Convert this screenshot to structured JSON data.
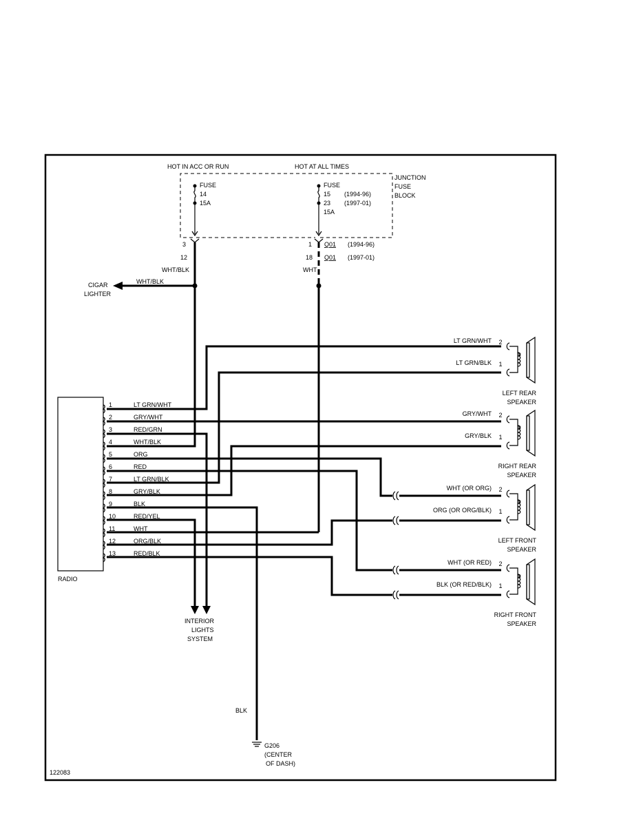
{
  "junction_block": {
    "hot_acc_run_label": "HOT IN ACC OR RUN",
    "hot_all_times_label": "HOT AT ALL TIMES",
    "block_label": [
      "JUNCTION",
      "FUSE",
      "BLOCK"
    ],
    "fuse_left": [
      "FUSE",
      "14",
      "15A"
    ],
    "fuse_right": [
      "FUSE",
      "15",
      "23",
      "15A"
    ],
    "fuse_right_years": [
      "(1994-96)",
      "(1997-01)"
    ]
  },
  "connector_pins": {
    "left_pin_a": "3",
    "left_pin_b": "12",
    "right_pin_a": "1",
    "right_pin_b": "18",
    "right_conn_a": "Q01",
    "right_conn_a_years": "(1994-96)",
    "right_conn_b": "Q01",
    "right_conn_b_years": "(1997-01)"
  },
  "wire_labels": {
    "left_feed": "WHT/BLK",
    "right_feed": "WHT",
    "cigar_wire": "WHT/BLK",
    "ground_wire": "BLK"
  },
  "cigar_lighter": [
    "CIGAR",
    "LIGHTER"
  ],
  "radio": {
    "label": "RADIO",
    "pins": [
      {
        "num": "1",
        "color": "LT GRN/WHT"
      },
      {
        "num": "2",
        "color": "GRY/WHT"
      },
      {
        "num": "3",
        "color": "RED/GRN"
      },
      {
        "num": "4",
        "color": "WHT/BLK"
      },
      {
        "num": "5",
        "color": "ORG"
      },
      {
        "num": "6",
        "color": "RED"
      },
      {
        "num": "7",
        "color": "LT GRN/BLK"
      },
      {
        "num": "8",
        "color": "GRY/BLK"
      },
      {
        "num": "9",
        "color": "BLK"
      },
      {
        "num": "10",
        "color": "RED/YEL"
      },
      {
        "num": "11",
        "color": "WHT"
      },
      {
        "num": "12",
        "color": "ORG/BLK"
      },
      {
        "num": "13",
        "color": "RED/BLK"
      }
    ]
  },
  "speakers": [
    {
      "name": [
        "LEFT REAR",
        "SPEAKER"
      ],
      "wire2": "LT GRN/WHT",
      "wire1": "LT GRN/BLK",
      "pin2": "2",
      "pin1": "1"
    },
    {
      "name": [
        "RIGHT REAR",
        "SPEAKER"
      ],
      "wire2": "GRY/WHT",
      "wire1": "GRY/BLK",
      "pin2": "2",
      "pin1": "1"
    },
    {
      "name": [
        "LEFT FRONT",
        "SPEAKER"
      ],
      "wire2": "WHT (OR ORG)",
      "wire1": "ORG (OR ORG/BLK)",
      "pin2": "2",
      "pin1": "1"
    },
    {
      "name": [
        "RIGHT FRONT",
        "SPEAKER"
      ],
      "wire2": "WHT (OR RED)",
      "wire1": "BLK (OR RED/BLK)",
      "pin2": "2",
      "pin1": "1"
    }
  ],
  "interior_lights": [
    "INTERIOR",
    "LIGHTS",
    "SYSTEM"
  ],
  "ground": [
    "G206",
    "(CENTER",
    "OF DASH)"
  ],
  "diagram_id": "122083"
}
